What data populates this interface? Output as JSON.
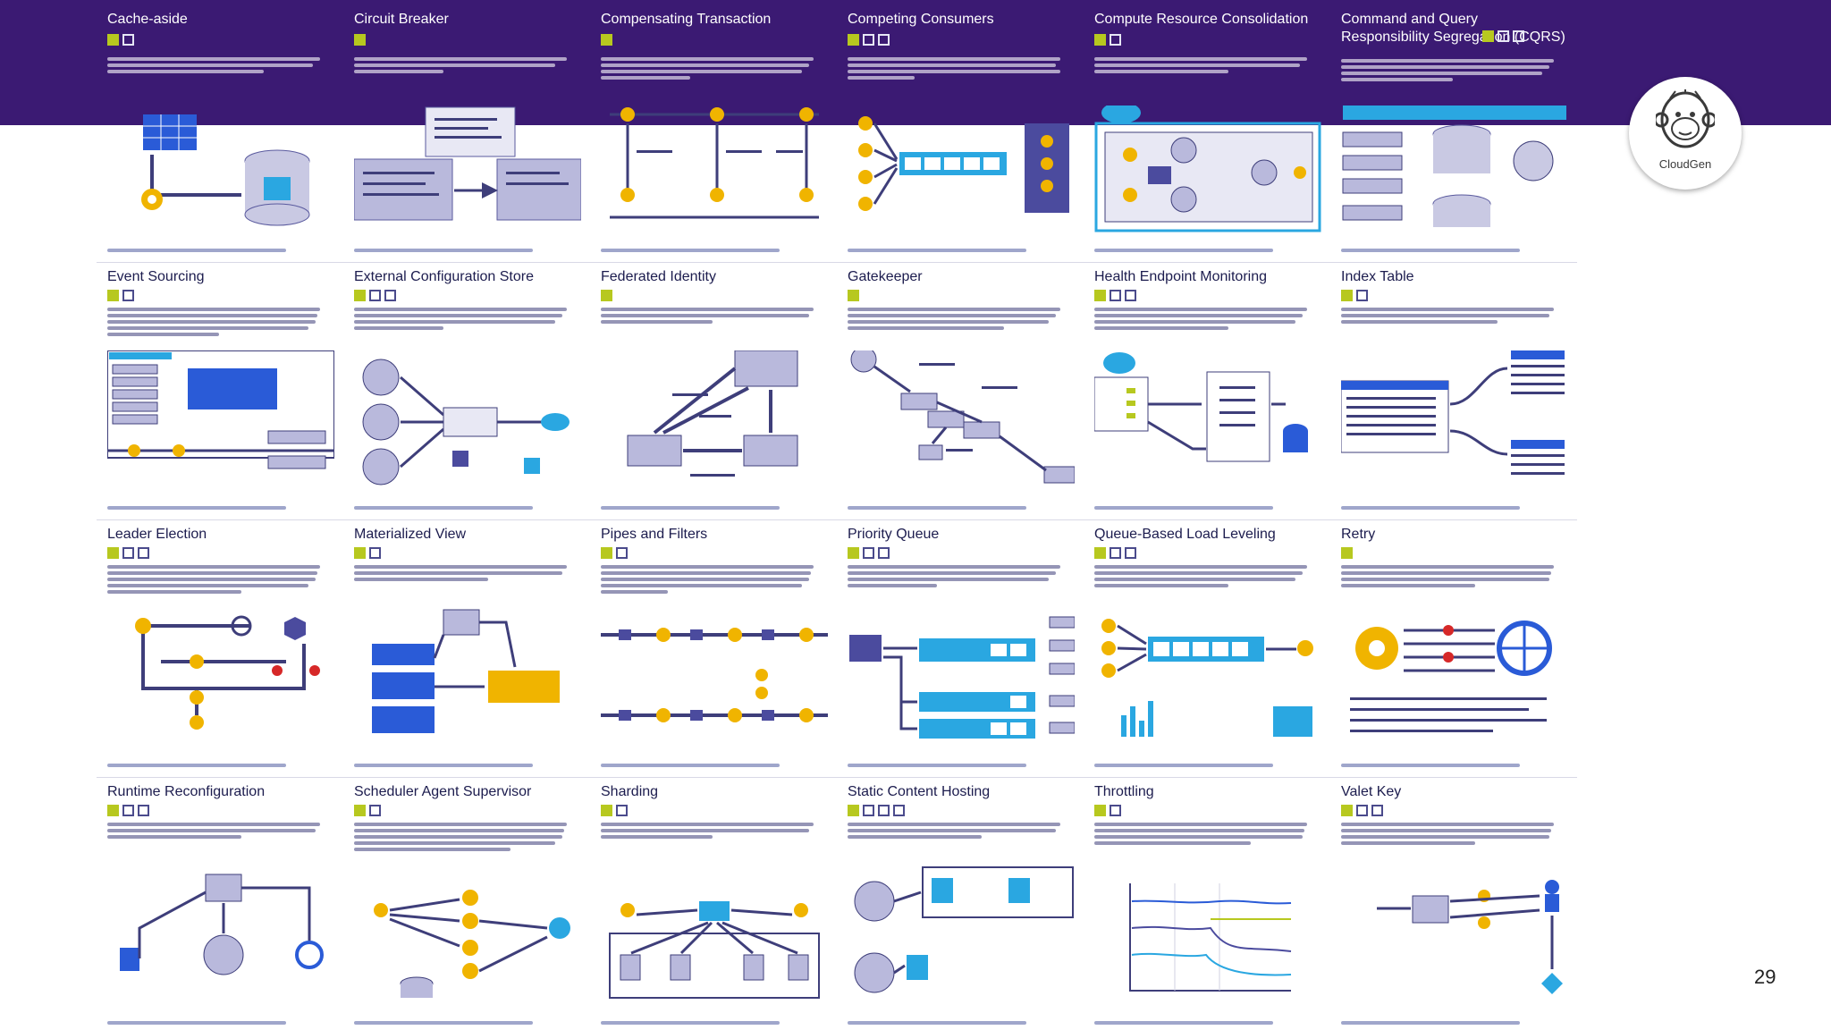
{
  "page": {
    "number": "29"
  },
  "logo": {
    "brand": "CloudGen"
  },
  "colors": {
    "banner": "#3b1a73",
    "accent_green": "#b7c81f",
    "diagram_blue": "#2aa7e1",
    "gear": "#f0b400"
  },
  "patterns": [
    {
      "title": "Cache-aside"
    },
    {
      "title": "Circuit Breaker"
    },
    {
      "title": "Compensating Transaction"
    },
    {
      "title": "Competing Consumers"
    },
    {
      "title": "Compute Resource Consolidation"
    },
    {
      "title": "Command and Query Responsibility Segregation (CQRS)"
    },
    {
      "title": "Event Sourcing"
    },
    {
      "title": "External Configuration Store"
    },
    {
      "title": "Federated Identity"
    },
    {
      "title": "Gatekeeper"
    },
    {
      "title": "Health Endpoint Monitoring"
    },
    {
      "title": "Index Table"
    },
    {
      "title": "Leader Election"
    },
    {
      "title": "Materialized View"
    },
    {
      "title": "Pipes and Filters"
    },
    {
      "title": "Priority Queue"
    },
    {
      "title": "Queue-Based Load Leveling"
    },
    {
      "title": "Retry"
    },
    {
      "title": "Runtime Reconfiguration"
    },
    {
      "title": "Scheduler Agent Supervisor"
    },
    {
      "title": "Sharding"
    },
    {
      "title": "Static Content Hosting"
    },
    {
      "title": "Throttling"
    },
    {
      "title": "Valet Key"
    }
  ]
}
